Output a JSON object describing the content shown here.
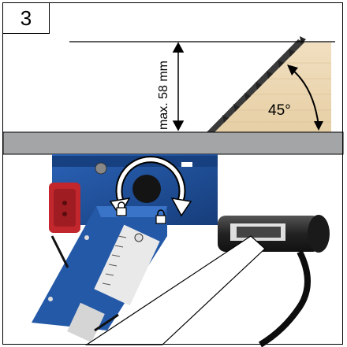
{
  "step": {
    "number": "3"
  },
  "annotations": {
    "depth_label": "max. 58 mm",
    "angle_label": "45°"
  },
  "icons": {
    "lock_left": "lock-icon",
    "lock_right": "lock-icon",
    "rotation": "rotate-arrow-icon"
  },
  "colors": {
    "machine_blue": "#1e4f9c",
    "table_grey": "#a4a5a7",
    "wood": "#ecd7b4",
    "plug_red": "#c1272d",
    "motor_dark": "#2a2a2a"
  }
}
